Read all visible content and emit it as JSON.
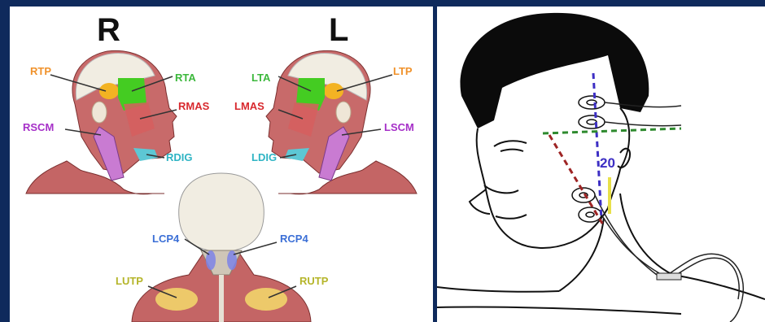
{
  "left_figure": {
    "side_labels": {
      "right": "R",
      "left": "L"
    },
    "muscle_labels": [
      {
        "id": "RTP",
        "text": "RTP",
        "color": "#f0922b"
      },
      {
        "id": "RTA",
        "text": "RTA",
        "color": "#3cb83c"
      },
      {
        "id": "RMAS",
        "text": "RMAS",
        "color": "#d8292e"
      },
      {
        "id": "RSCM",
        "text": "RSCM",
        "color": "#a630c8"
      },
      {
        "id": "RDIG",
        "text": "RDIG",
        "color": "#2fb4c4"
      },
      {
        "id": "LTA",
        "text": "LTA",
        "color": "#3cb83c"
      },
      {
        "id": "LTP",
        "text": "LTP",
        "color": "#f0922b"
      },
      {
        "id": "LMAS",
        "text": "LMAS",
        "color": "#d8292e"
      },
      {
        "id": "LSCM",
        "text": "LSCM",
        "color": "#a630c8"
      },
      {
        "id": "LDIG",
        "text": "LDIG",
        "color": "#2fb4c4"
      },
      {
        "id": "LCP4",
        "text": "LCP4",
        "color": "#3b6fd6"
      },
      {
        "id": "RCP4",
        "text": "RCP4",
        "color": "#3b6fd6"
      },
      {
        "id": "LUTP",
        "text": "LUTP",
        "color": "#b5b52a"
      },
      {
        "id": "RUTP",
        "text": "RUTP",
        "color": "#b5b52a"
      }
    ]
  },
  "right_figure": {
    "measurement_label": "20",
    "colors": {
      "vertical": "#3d2fc4",
      "horizontal": "#2e8a2e",
      "diagonal": "#9e2424",
      "accent": "#e8e04a"
    }
  }
}
